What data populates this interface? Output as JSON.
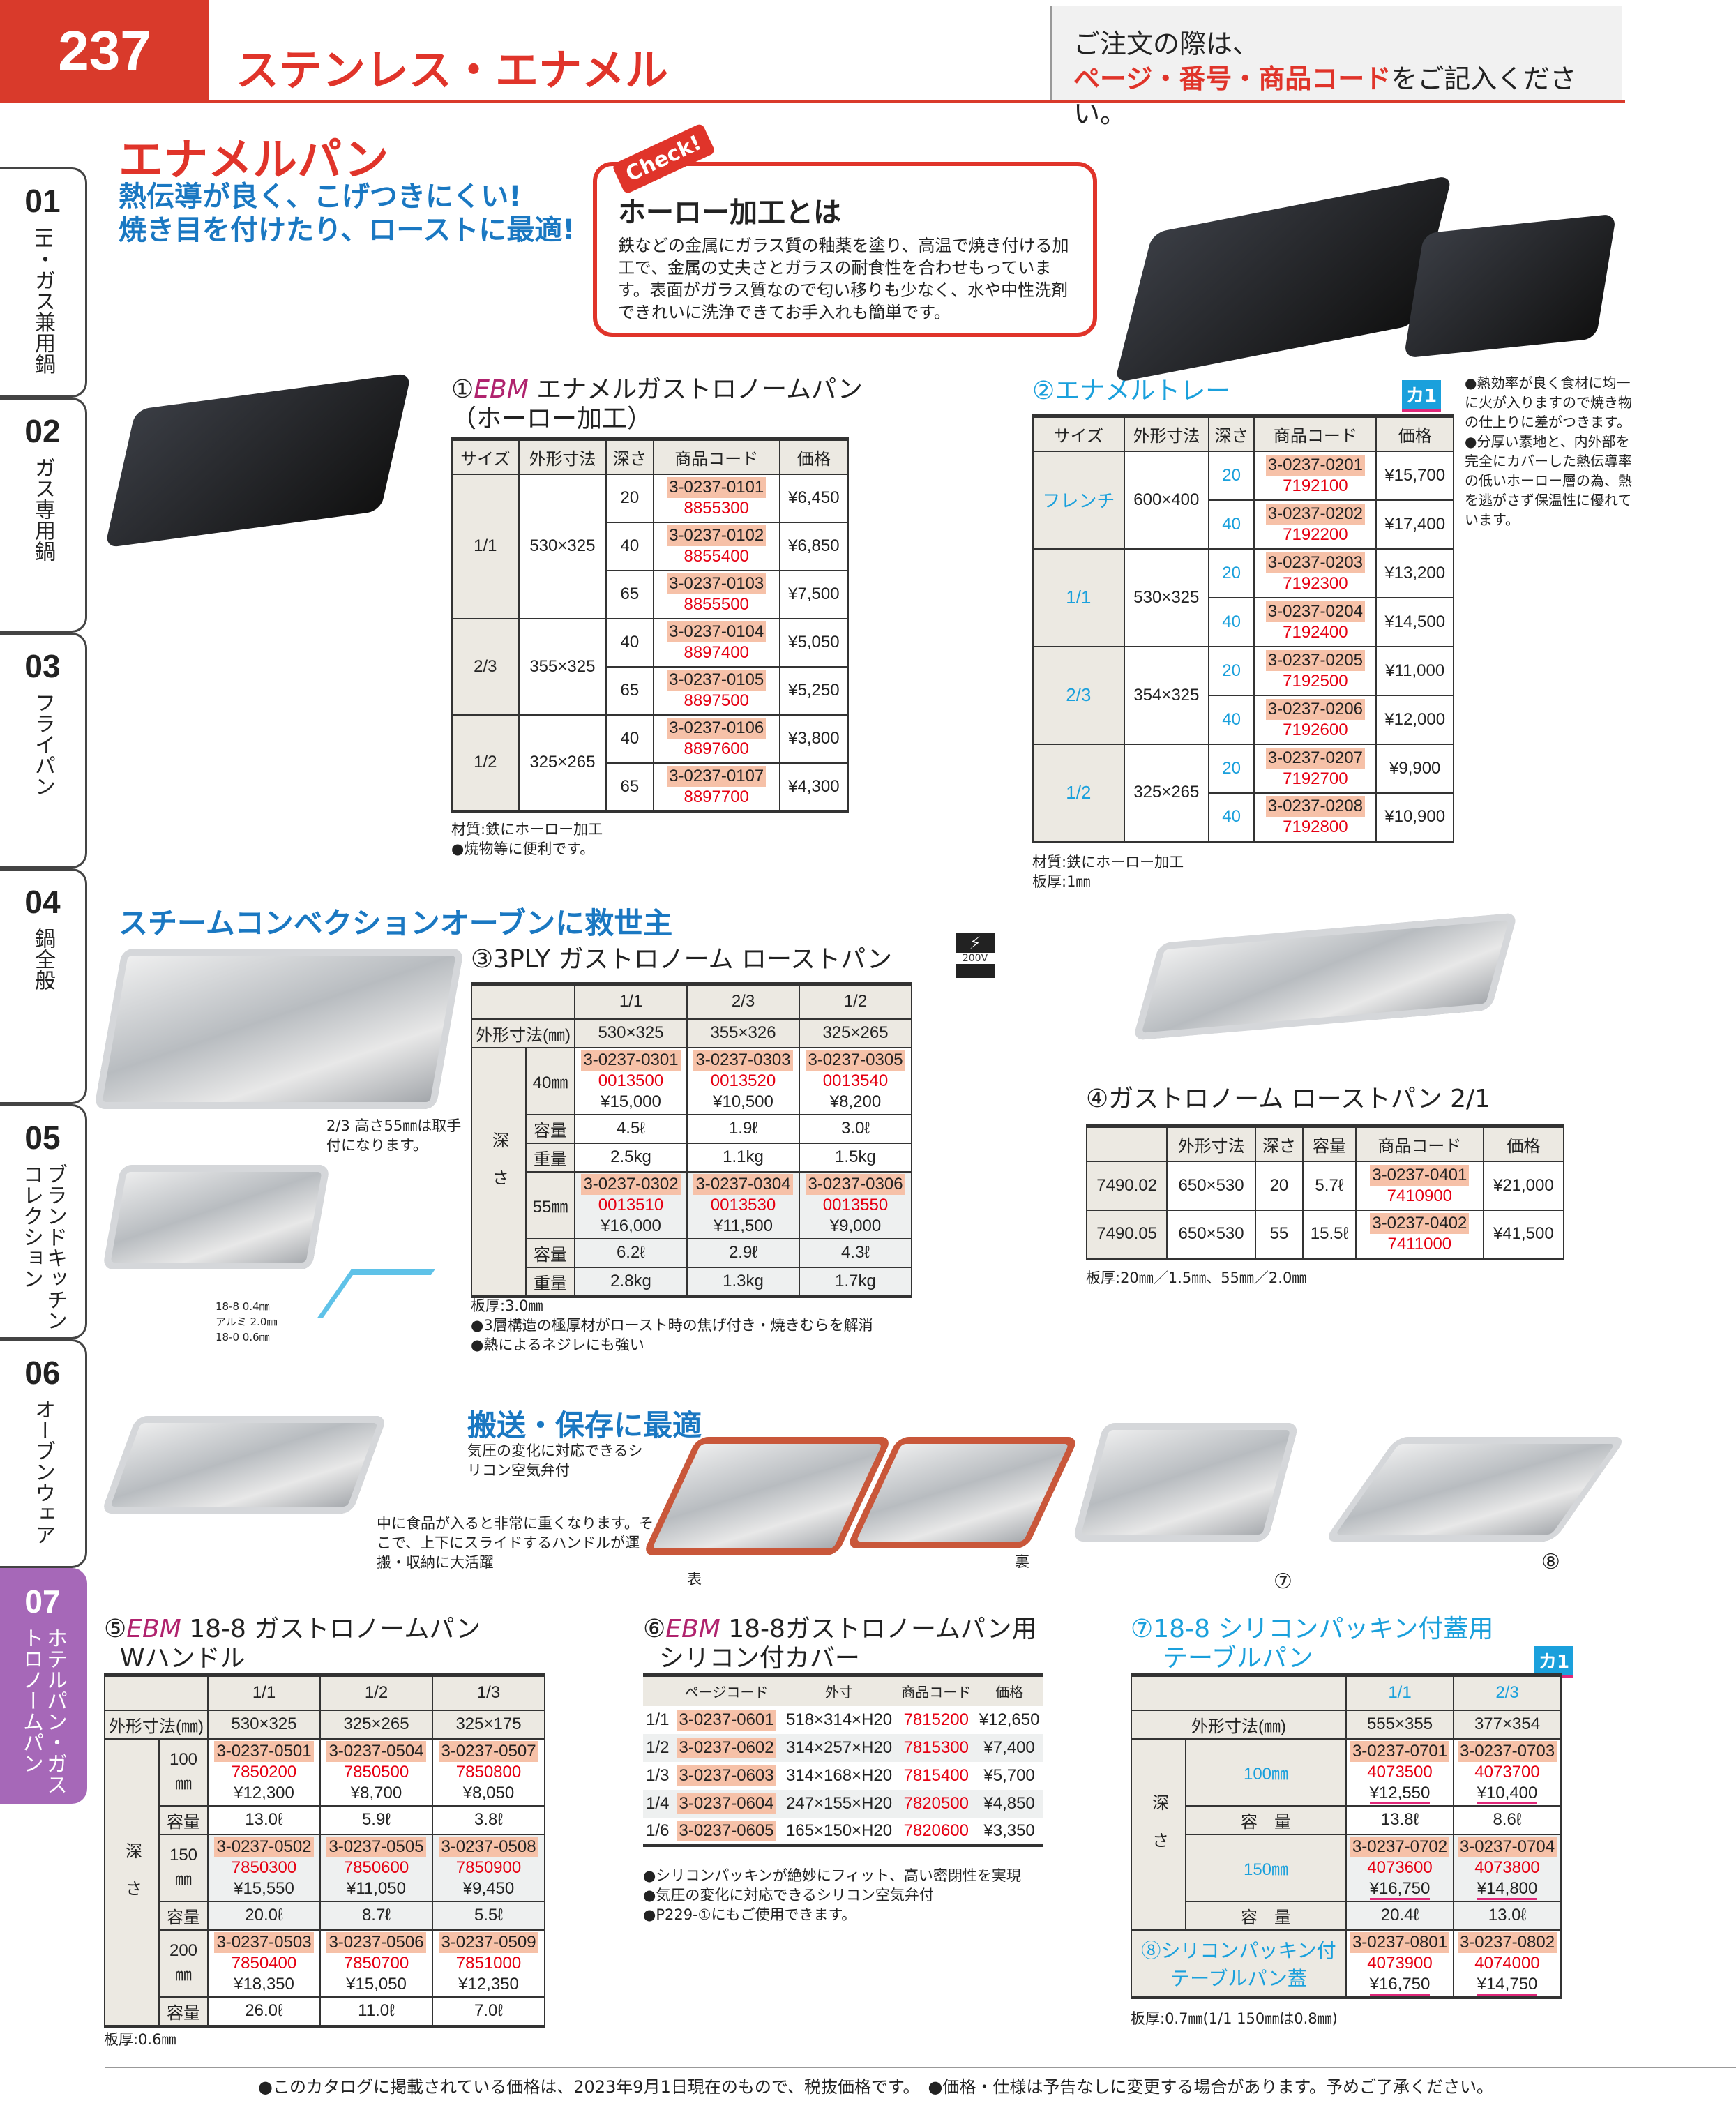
{
  "header": {
    "page_number": "237",
    "title": "ステンレス・エナメル",
    "notice_line1": "ご注文の際は、",
    "notice_highlight": "ページ・番号・商品コード",
    "notice_rest": "をご記入ください。"
  },
  "sidebar": {
    "tabs": [
      {
        "num": "01",
        "label": "IH・ガス兼用鍋"
      },
      {
        "num": "02",
        "label": "ガス専用鍋"
      },
      {
        "num": "03",
        "label": "フライパン"
      },
      {
        "num": "04",
        "label": "鍋全般"
      },
      {
        "num": "05",
        "label": "ブランドキッチンコレクション"
      },
      {
        "num": "06",
        "label": "オーブンウェア"
      },
      {
        "num": "07",
        "label": "ホテルパン・ガストロノームパン"
      }
    ]
  },
  "enamel": {
    "title": "エナメルパン",
    "subtitle1": "熱伝導が良く、こげつきにくい!",
    "subtitle2": "焼き目を付けたり、ローストに最適!",
    "check": {
      "badge": "Check!",
      "title": "ホーロー加工とは",
      "body": "鉄などの金属にガラス質の釉薬を塗り、高温で焼き付ける加工で、金属の丈夫さとガラスの耐食性を合わせもっています。表面がガラス質なので匂い移りも少なく、水や中性洗剤できれいに洗浄できてお手入れも簡単です。"
    }
  },
  "p1": {
    "num": "①",
    "brand": "EBM",
    "name": "エナメルガストロノームパン",
    "name2": "（ホーロー加工）",
    "headers": [
      "サイズ",
      "外形寸法",
      "深さ",
      "商品コード",
      "価格"
    ],
    "groups": [
      {
        "size": "1/1",
        "dims": "530×325",
        "items": [
          {
            "depth": "20",
            "code": "3-0237-0101",
            "jan": "8855300",
            "price": "¥6,450"
          },
          {
            "depth": "40",
            "code": "3-0237-0102",
            "jan": "8855400",
            "price": "¥6,850"
          },
          {
            "depth": "65",
            "code": "3-0237-0103",
            "jan": "8855500",
            "price": "¥7,500"
          }
        ]
      },
      {
        "size": "2/3",
        "dims": "355×325",
        "items": [
          {
            "depth": "40",
            "code": "3-0237-0104",
            "jan": "8897400",
            "price": "¥5,050"
          },
          {
            "depth": "65",
            "code": "3-0237-0105",
            "jan": "8897500",
            "price": "¥5,250"
          }
        ]
      },
      {
        "size": "1/2",
        "dims": "325×265",
        "items": [
          {
            "depth": "40",
            "code": "3-0237-0106",
            "jan": "8897600",
            "price": "¥3,800"
          },
          {
            "depth": "65",
            "code": "3-0237-0107",
            "jan": "8897700",
            "price": "¥4,300"
          }
        ]
      }
    ],
    "notes": [
      "材質:鉄にホーロー加工",
      "●焼物等に便利です。"
    ]
  },
  "p2": {
    "title": "②エナメルトレー",
    "badge": "カ1",
    "headers": [
      "サイズ",
      "外形寸法",
      "深さ",
      "商品コード",
      "価格"
    ],
    "groups": [
      {
        "size": "フレンチ",
        "dims": "600×400",
        "items": [
          {
            "depth": "20",
            "code": "3-0237-0201",
            "jan": "7192100",
            "price": "¥15,700"
          },
          {
            "depth": "40",
            "code": "3-0237-0202",
            "jan": "7192200",
            "price": "¥17,400"
          }
        ]
      },
      {
        "size": "1/1",
        "dims": "530×325",
        "items": [
          {
            "depth": "20",
            "code": "3-0237-0203",
            "jan": "7192300",
            "price": "¥13,200"
          },
          {
            "depth": "40",
            "code": "3-0237-0204",
            "jan": "7192400",
            "price": "¥14,500"
          }
        ]
      },
      {
        "size": "2/3",
        "dims": "354×325",
        "items": [
          {
            "depth": "20",
            "code": "3-0237-0205",
            "jan": "7192500",
            "price": "¥11,000"
          },
          {
            "depth": "40",
            "code": "3-0237-0206",
            "jan": "7192600",
            "price": "¥12,000"
          }
        ]
      },
      {
        "size": "1/2",
        "dims": "325×265",
        "items": [
          {
            "depth": "20",
            "code": "3-0237-0207",
            "jan": "7192700",
            "price": "¥9,900"
          },
          {
            "depth": "40",
            "code": "3-0237-0208",
            "jan": "7192800",
            "price": "¥10,900"
          }
        ]
      }
    ],
    "side_notes": [
      "●熱効率が良く食材に均一に火が入りますので焼き物の仕上りに差がつきます。",
      "●分厚い素地と、内外部を完全にカバーした熱伝導率の低いホーロー層の為、熱を逃がさず保温性に優れています。"
    ],
    "notes": [
      "材質:鉄にホーロー加工",
      "板厚:1㎜"
    ]
  },
  "steam": {
    "title": "スチームコンベクションオーブンに救世主",
    "caption": "2/3 高さ55㎜は取手付になります。",
    "layers": [
      "18-8 0.4㎜",
      "アルミ 2.0㎜",
      "18-0 0.6㎜"
    ]
  },
  "p3": {
    "title": "③3PLY ガストロノーム ローストパン",
    "badge": "200V",
    "cols": [
      "1/1",
      "2/3",
      "1/2"
    ],
    "dims_label": "外形寸法(㎜)",
    "dims": [
      "530×325",
      "355×326",
      "325×265"
    ],
    "depth_label": "深さ",
    "depths": [
      {
        "depth": "40㎜",
        "items": [
          {
            "code": "3-0237-0301",
            "jan": "0013500",
            "price": "¥15,000"
          },
          {
            "code": "3-0237-0303",
            "jan": "0013520",
            "price": "¥10,500"
          },
          {
            "code": "3-0237-0305",
            "jan": "0013540",
            "price": "¥8,200"
          }
        ],
        "subs": [
          {
            "label": "容量",
            "values": [
              "4.5ℓ",
              "1.9ℓ",
              "3.0ℓ"
            ]
          },
          {
            "label": "重量",
            "values": [
              "2.5kg",
              "1.1kg",
              "1.5kg"
            ]
          }
        ]
      },
      {
        "depth": "55㎜",
        "items": [
          {
            "code": "3-0237-0302",
            "jan": "0013510",
            "price": "¥16,000"
          },
          {
            "code": "3-0237-0304",
            "jan": "0013530",
            "price": "¥11,500"
          },
          {
            "code": "3-0237-0306",
            "jan": "0013550",
            "price": "¥9,000"
          }
        ],
        "subs": [
          {
            "label": "容量",
            "values": [
              "6.2ℓ",
              "2.9ℓ",
              "4.3ℓ"
            ]
          },
          {
            "label": "重量",
            "values": [
              "2.8kg",
              "1.3kg",
              "1.7kg"
            ]
          }
        ]
      }
    ],
    "notes": [
      "板厚:3.0㎜",
      "●3層構造の極厚材がロースト時の焦げ付き・焼きむらを解消",
      "●熱によるネジレにも強い"
    ]
  },
  "p4": {
    "title": "④ガストロノーム ローストパン 2/1",
    "headers": [
      "",
      "外形寸法",
      "深さ",
      "容量",
      "商品コード",
      "価格"
    ],
    "rows": [
      {
        "model": "7490.02",
        "dims": "650×530",
        "depth": "20",
        "cap": "5.7ℓ",
        "code": "3-0237-0401",
        "jan": "7410900",
        "price": "¥21,000"
      },
      {
        "model": "7490.05",
        "dims": "650×530",
        "depth": "55",
        "cap": "15.5ℓ",
        "code": "3-0237-0402",
        "jan": "7411000",
        "price": "¥41,500"
      }
    ],
    "notes": [
      "板厚:20㎜／1.5㎜、55㎜／2.0㎜"
    ]
  },
  "transport": {
    "title": "搬送・保存に最適",
    "valve_callout": "気圧の変化に対応できるシリコン空気弁付",
    "handle_callout": "中に食品が入ると非常に重くなります。そこで、上下にスライドするハンドルが運搬・収納に大活躍",
    "front": "表",
    "back": "裏",
    "mark7": "⑦",
    "mark8": "⑧"
  },
  "p5": {
    "num": "⑤",
    "brand": "EBM",
    "name": "18-8 ガストロノームパン",
    "name2": "Wハンドル",
    "cols": [
      "1/1",
      "1/2",
      "1/3"
    ],
    "dims_label": "外形寸法(㎜)",
    "dims": [
      "530×325",
      "325×265",
      "325×175"
    ],
    "depth_label": "深さ",
    "depths": [
      {
        "depth": "100㎜",
        "items": [
          {
            "code": "3-0237-0501",
            "jan": "7850200",
            "price": "¥12,300"
          },
          {
            "code": "3-0237-0504",
            "jan": "7850500",
            "price": "¥8,700"
          },
          {
            "code": "3-0237-0507",
            "jan": "7850800",
            "price": "¥8,050"
          }
        ],
        "subs": [
          {
            "label": "容量",
            "values": [
              "13.0ℓ",
              "5.9ℓ",
              "3.8ℓ"
            ]
          }
        ]
      },
      {
        "depth": "150㎜",
        "items": [
          {
            "code": "3-0237-0502",
            "jan": "7850300",
            "price": "¥15,550"
          },
          {
            "code": "3-0237-0505",
            "jan": "7850600",
            "price": "¥11,050"
          },
          {
            "code": "3-0237-0508",
            "jan": "7850900",
            "price": "¥9,450"
          }
        ],
        "subs": [
          {
            "label": "容量",
            "values": [
              "20.0ℓ",
              "8.7ℓ",
              "5.5ℓ"
            ]
          }
        ]
      },
      {
        "depth": "200㎜",
        "items": [
          {
            "code": "3-0237-0503",
            "jan": "7850400",
            "price": "¥18,350"
          },
          {
            "code": "3-0237-0506",
            "jan": "7850700",
            "price": "¥15,050"
          },
          {
            "code": "3-0237-0509",
            "jan": "7851000",
            "price": "¥12,350"
          }
        ],
        "subs": [
          {
            "label": "容量",
            "values": [
              "26.0ℓ",
              "11.0ℓ",
              "7.0ℓ"
            ]
          }
        ]
      }
    ],
    "notes": [
      "板厚:0.6㎜"
    ]
  },
  "p6": {
    "num": "⑥",
    "brand": "EBM",
    "name": "18-8ガストロノームパン用",
    "name2": "シリコン付カバー",
    "headers": [
      "",
      "ページコード",
      "外寸",
      "商品コード",
      "価格"
    ],
    "rows": [
      {
        "size": "1/1",
        "code": "3-0237-0601",
        "dims": "518×314×H20",
        "jan": "7815200",
        "price": "¥12,650"
      },
      {
        "size": "1/2",
        "code": "3-0237-0602",
        "dims": "314×257×H20",
        "jan": "7815300",
        "price": "¥7,400"
      },
      {
        "size": "1/3",
        "code": "3-0237-0603",
        "dims": "314×168×H20",
        "jan": "7815400",
        "price": "¥5,700"
      },
      {
        "size": "1/4",
        "code": "3-0237-0604",
        "dims": "247×155×H20",
        "jan": "7820500",
        "price": "¥4,850"
      },
      {
        "size": "1/6",
        "code": "3-0237-0605",
        "dims": "165×150×H20",
        "jan": "7820600",
        "price": "¥3,350"
      }
    ],
    "notes": [
      "●シリコンパッキンが絶妙にフィット、高い密閉性を実現",
      "●気圧の変化に対応できるシリコン空気弁付",
      "●P229-①にもご使用できます。"
    ]
  },
  "p7": {
    "title1": "⑦18-8 シリコンパッキン付蓋用",
    "title2": "テーブルパン",
    "badge": "カ1",
    "cols": [
      "1/1",
      "2/3"
    ],
    "dims_label": "外形寸法(㎜)",
    "dims": [
      "555×355",
      "377×354"
    ],
    "depth_label": "深さ",
    "depths": [
      {
        "depth": "100㎜",
        "items": [
          {
            "code": "3-0237-0701",
            "jan": "4073500",
            "price": "¥12,550"
          },
          {
            "code": "3-0237-0703",
            "jan": "4073700",
            "price": "¥10,400"
          }
        ],
        "subs": [
          {
            "label": "容　量",
            "values": [
              "13.8ℓ",
              "8.6ℓ"
            ]
          }
        ]
      },
      {
        "depth": "150㎜",
        "items": [
          {
            "code": "3-0237-0702",
            "jan": "4073600",
            "price": "¥16,750"
          },
          {
            "code": "3-0237-0704",
            "jan": "4073800",
            "price": "¥14,800"
          }
        ],
        "subs": [
          {
            "label": "容　量",
            "values": [
              "20.4ℓ",
              "13.0ℓ"
            ]
          }
        ]
      }
    ],
    "lid": {
      "label": "⑧シリコンパッキン付テーブルパン蓋",
      "items": [
        {
          "code": "3-0237-0801",
          "jan": "4073900",
          "price": "¥16,750"
        },
        {
          "code": "3-0237-0802",
          "jan": "4074000",
          "price": "¥14,750"
        }
      ]
    },
    "notes": [
      "板厚:0.7㎜(1/1 150㎜は0.8㎜)"
    ]
  },
  "footer": {
    "text": "●このカタログに掲載されている価格は、2023年9月1日現在のもので、税抜価格です。　●価格・仕様は予告なしに変更する場合があります。予めご了承ください。"
  }
}
